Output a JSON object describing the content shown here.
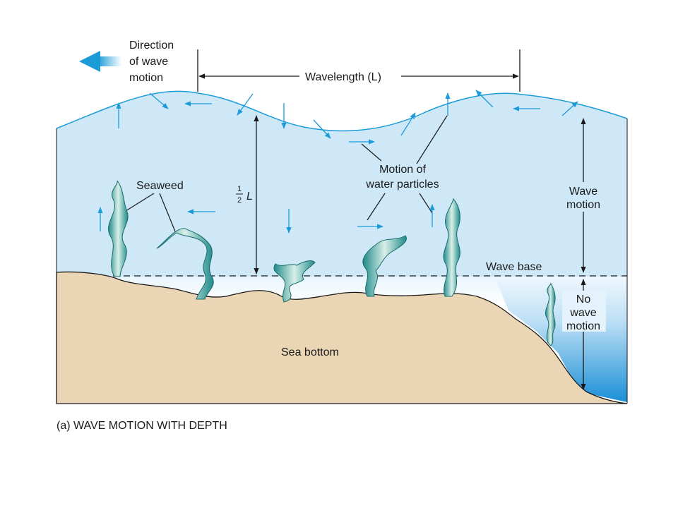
{
  "labels": {
    "direction_line1": "Direction",
    "direction_line2": "of wave",
    "direction_line3": "motion",
    "wavelength": "Wavelength (L)",
    "half_num": "1",
    "half_den": "2",
    "half_L": "L",
    "seaweed": "Seaweed",
    "motion_line1": "Motion of",
    "motion_line2": "water particles",
    "wave_motion_line1": "Wave",
    "wave_motion_line2": "motion",
    "wave_base": "Wave base",
    "no_wave_line1": "No",
    "no_wave_line2": "wave",
    "no_wave_line3": "motion",
    "sea_bottom": "Sea bottom",
    "caption": "(a) WAVE MOTION WITH DEPTH"
  },
  "colors": {
    "water_light": "#cfe8f8",
    "water_deep": "#1a8fd6",
    "sand": "#ead5b5",
    "arrow_blue": "#1b9bd7",
    "seaweed_dark": "#1f8a8a",
    "seaweed_light": "#d8efe8",
    "outline": "#1a1a1a"
  }
}
